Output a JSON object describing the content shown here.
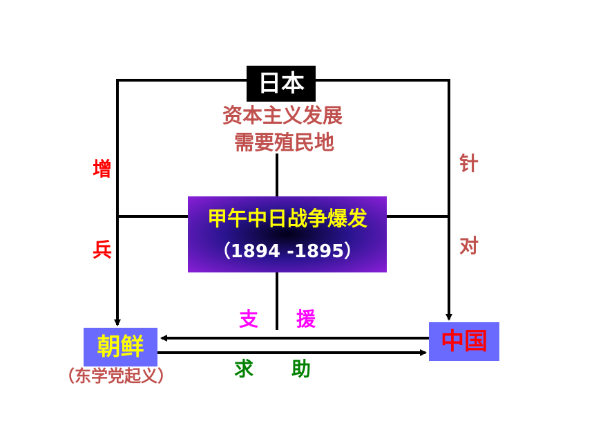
{
  "nodes": {
    "japan": "日本",
    "japan_note_line1": "资本主义发展",
    "japan_note_line2": "需要殖民地",
    "war_title": "甲午中日战争爆发",
    "war_years": "（1894 -1895）",
    "korea": "朝鲜",
    "korea_note": "（东学党起义）",
    "china": "中国"
  },
  "edge_labels": {
    "left_char1": "增",
    "left_char2": "兵",
    "right_char1": "针",
    "right_char2": "对",
    "support_char1": "支",
    "support_char2": "援",
    "request_char1": "求",
    "request_char2": "助"
  },
  "colors": {
    "japan_bg": "#000000",
    "node_blue": "#6a6aff",
    "korea_text": "#ffff00",
    "china_text": "#ff0000",
    "note_text": "#c0504d",
    "left_label": "#ff0000",
    "right_label": "#c0504d",
    "support_label": "#ff00ff",
    "request_label": "#008000",
    "war_title": "#ffff00"
  }
}
